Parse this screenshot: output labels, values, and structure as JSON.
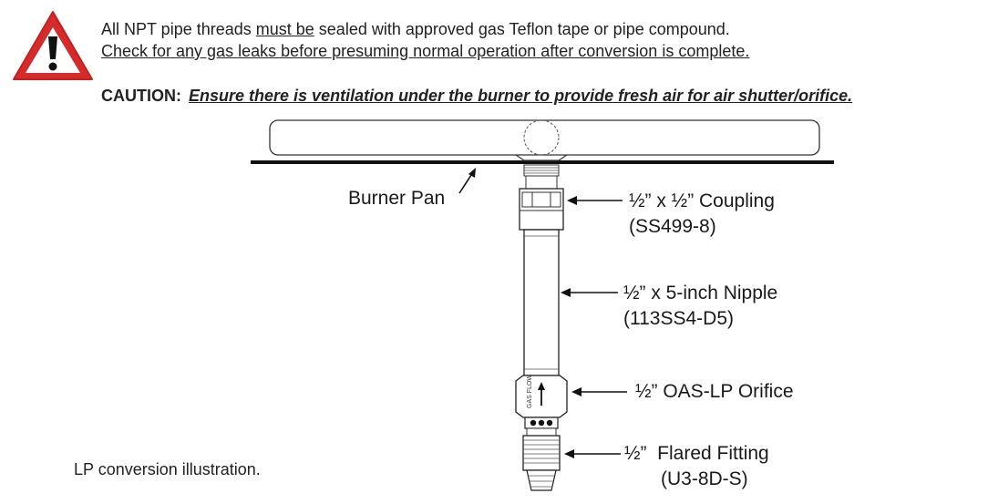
{
  "warning": {
    "line1_pre": "All NPT pipe threads ",
    "line1_emph": "must be",
    "line1_post": " sealed with approved gas Teflon tape or pipe compound.",
    "line2": "Check for any gas leaks before presuming normal operation after conversion is complete."
  },
  "caution": {
    "label": "CAUTION:",
    "message": "Ensure there is ventilation under the burner to provide fresh air for air shutter/orifice."
  },
  "labels": {
    "burner_pan": "Burner Pan",
    "coupling_name": "½” x ½” Coupling",
    "coupling_part": "(SS499-8)",
    "nipple_name": "½” x 5-inch Nipple",
    "nipple_part": "(113SS4-D5)",
    "orifice_name": "½” OAS-LP Orifice",
    "fitting_name": "½”  Flared Fitting",
    "fitting_part": "(U3-8D-S)",
    "gas_flow": "GAS FLOW"
  },
  "caption": "LP conversion illustration.",
  "colors": {
    "warning_red": "#d52b2b",
    "text": "#222222",
    "line": "#1a1a1a"
  },
  "icons": {
    "warning": "warning-triangle-icon"
  }
}
